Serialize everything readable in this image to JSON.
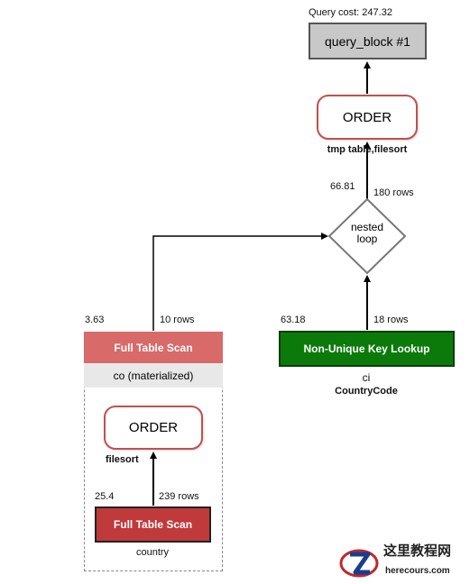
{
  "query_cost_label": "Query cost: 247.32",
  "query_block_label": "query_block #1",
  "top_order": {
    "label": "ORDER",
    "note": "tmp table,filesort"
  },
  "nested_loop": {
    "label_line1": "nested",
    "label_line2": "loop",
    "cost": "66.81",
    "rows": "180 rows"
  },
  "left_branch": {
    "cost": "3.63",
    "rows": "10 rows",
    "scan_label": "Full Table Scan",
    "materialized_label": "co (materialized)",
    "inner_order_label": "ORDER",
    "inner_order_note": "filesort",
    "inner_cost": "25.4",
    "inner_rows": "239 rows",
    "inner_scan_label": "Full Table Scan",
    "inner_table": "country"
  },
  "right_branch": {
    "cost": "63.18",
    "rows": "18 rows",
    "lookup_label": "Non-Unique Key Lookup",
    "table": "ci",
    "key": "CountryCode"
  },
  "watermark": {
    "cn": "这里教程网",
    "en": "herecours.com"
  },
  "colors": {
    "scan_light": "#d86a6a",
    "scan_dark": "#c0393b",
    "lookup_green": "#0b7a0b",
    "order_border": "#c0504d",
    "query_block_bg": "#c8c8c8"
  }
}
